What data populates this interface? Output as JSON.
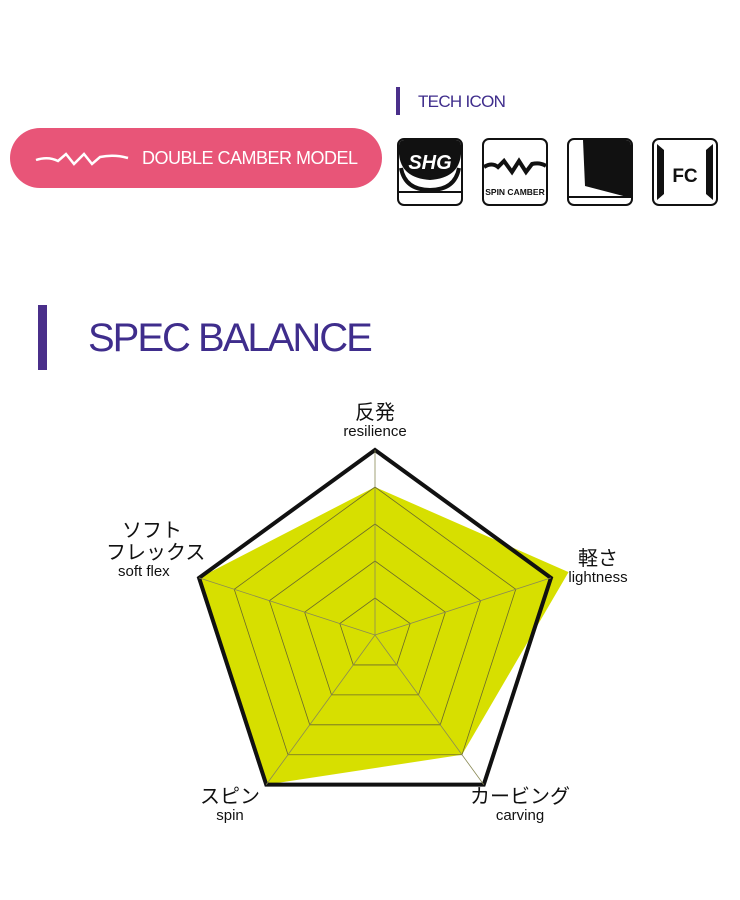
{
  "model_badge": {
    "label": "DOUBLE CAMBER MODEL",
    "color": "#e85578"
  },
  "tech": {
    "title": "TECH ICON",
    "icons": [
      {
        "name": "shg-icon",
        "text": "SHG"
      },
      {
        "name": "spin-camber-icon",
        "text": "SPIN CAMBER"
      },
      {
        "name": "sidewall-icon"
      },
      {
        "name": "fc-icon",
        "text": "FC"
      }
    ]
  },
  "spec": {
    "title": "SPEC BALANCE"
  },
  "chart_data": {
    "type": "radar",
    "title": "SPEC BALANCE",
    "axes": [
      {
        "jp": "反発",
        "en": "resilience"
      },
      {
        "jp": "軽さ",
        "en": "lightness"
      },
      {
        "jp": "カービング",
        "en": "carving"
      },
      {
        "jp": "スピン",
        "en": "spin"
      },
      {
        "jp": "ソフト\nフレックス",
        "jp_lines": [
          "ソフト",
          "フレックス"
        ],
        "en": "soft flex"
      }
    ],
    "values": [
      4,
      5.5,
      4,
      5,
      5
    ],
    "range": [
      0,
      5
    ],
    "grid_levels": 5,
    "fill_color": "#d7df00",
    "accent_color": "#3f2d8c"
  }
}
